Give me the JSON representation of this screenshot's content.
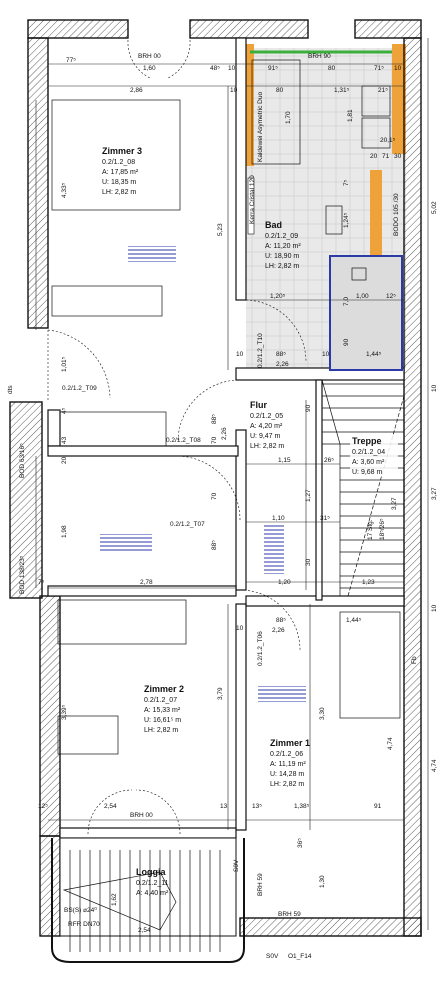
{
  "rooms": [
    {
      "title": "Zimmer 3",
      "id": "0.2/1.2_08",
      "area": "A:  17,85 m²",
      "perimeter": "U:  18,35 m",
      "height": "LH:  2,82 m"
    },
    {
      "title": "Bad",
      "id": "0.2/1.2_09",
      "area": "A:  11,20 m²",
      "perimeter": "U:  18,90 m",
      "height": "LH:  2,82 m"
    },
    {
      "title": "Flur",
      "id": "0.2/1.2_05",
      "area": "A:   4,20 m²",
      "perimeter": "U:   9,47 m",
      "height": "LH:  2,82 m"
    },
    {
      "title": "Treppe",
      "id": "0.2/1.2_04",
      "area": "A:   3,60 m²",
      "perimeter": "U:   9,68 m",
      "height": ""
    },
    {
      "title": "Zimmer 2",
      "id": "0.2/1.2_07",
      "area": "A:  15,33 m²",
      "perimeter": "U: 16,61⁵ m",
      "height": "LH:  2,82 m"
    },
    {
      "title": "Zimmer 1",
      "id": "0.2/1.2_06",
      "area": "A:  11,19 m²",
      "perimeter": "U:  14,28 m",
      "height": "LH:  2,82 m"
    },
    {
      "title": "Loggia",
      "id": "0.2/1.2_11",
      "area": "A:  4,40 m²",
      "perimeter": "",
      "height": ""
    }
  ],
  "doors": [
    "0.2/1.2_T09",
    "0.2/1.2_T08",
    "0.2/1.2_T07",
    "0.2/1.2_T10",
    "0.2/1.2_T06"
  ],
  "window_labels": [
    "BRH 00",
    "BRH 90",
    "BRH 00",
    "BRH 59",
    "BRH 59"
  ],
  "stair": {
    "steps": "17 Stg.",
    "ratio": "18⁵/26⁵"
  },
  "bath": {
    "tub": "Kaldewei Asymetric Duo",
    "mirror": "Kerra Cristal 120"
  },
  "side_labels": [
    "BOD 63/16⁵",
    "BOD 138/23⁵",
    "BODO 105 /30",
    "S0V",
    "S0V",
    "O1_F14",
    "dts",
    "Fb",
    "RFR DN70",
    "BS(S) ⌀24⁰"
  ],
  "dims": {
    "top_row": [
      "77⁵",
      "1,60",
      "48⁵",
      "10",
      "91⁵",
      "80",
      "71⁵",
      "10"
    ],
    "top_inner": [
      "2,86",
      "10",
      "80",
      "1,31⁵",
      "21⁵"
    ],
    "right_chain": [
      "5,02",
      "10",
      "3,27",
      "10",
      "4,74"
    ],
    "middle": [
      "5,23",
      "1,81",
      "1,70",
      "1,24⁵",
      "20",
      "71",
      "30",
      "7⁵",
      "20,1⁵"
    ],
    "bath_lower": [
      "1,20⁵",
      "7,0",
      "1,00",
      "12⁵",
      "88⁵",
      "2,26",
      "1,44⁵",
      "90",
      "10",
      "10"
    ],
    "flur": [
      "1,15",
      "26⁵",
      "1,27",
      "1,10",
      "31⁵",
      "1,20",
      "1,23",
      "88⁵",
      "2,26",
      "90",
      "30",
      "3,27"
    ],
    "left_chain": [
      "4,33⁵",
      "1,01⁵",
      "4⁵",
      "43",
      "20",
      "1,98",
      "7⁵",
      "2,78",
      "3,39⁵"
    ],
    "lower": [
      "1,44⁵",
      "88⁵",
      "2,26",
      "3,79",
      "3,30",
      "4,74",
      "2,54",
      "1,38⁵",
      "91",
      "12⁵",
      "13⁵",
      "36⁵",
      "1,62",
      "1,30",
      "2,54"
    ],
    "misc": [
      "70",
      "70",
      "88⁵",
      "10",
      "13"
    ]
  }
}
